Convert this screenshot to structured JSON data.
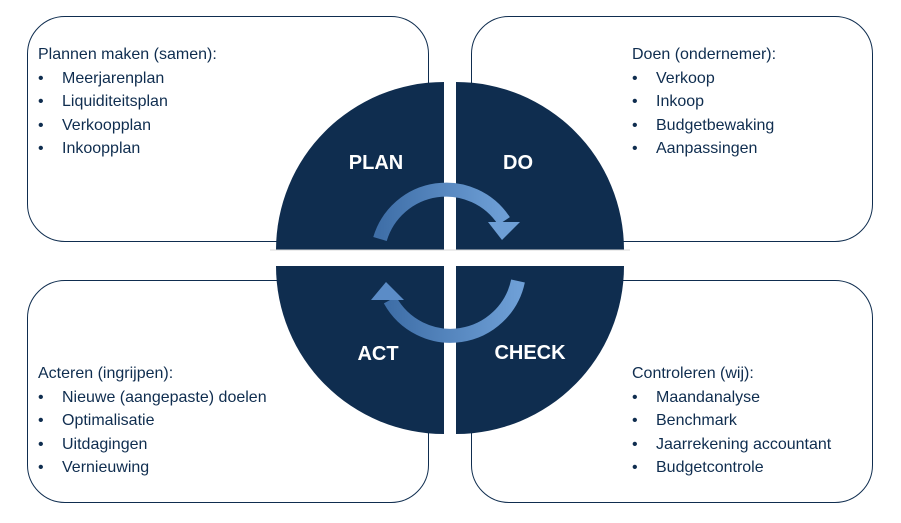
{
  "colors": {
    "navy": "#0f2d4f",
    "arrow": "#5b8cc7",
    "arrow_dark": "#3f6fa8",
    "background": "#ffffff"
  },
  "plan_box": {
    "heading": "Plannen maken (samen):",
    "items": [
      "Meerjarenplan",
      "Liquiditeitsplan",
      "Verkoopplan",
      "Inkoopplan"
    ]
  },
  "do_box": {
    "heading": "Doen (ondernemer):",
    "items": [
      "Verkoop",
      "Inkoop",
      "Budgetbewaking",
      "Aanpassingen"
    ]
  },
  "act_box": {
    "heading": "Acteren (ingrijpen):",
    "items": [
      "Nieuwe (aangepaste) doelen",
      "Optimalisatie",
      "Uitdagingen",
      "Vernieuwing"
    ]
  },
  "check_box": {
    "heading": "Controleren (wij):",
    "items": [
      "Maandanalyse",
      "Benchmark",
      "Jaarrekening accountant",
      "Budgetcontrole"
    ]
  },
  "cycle": {
    "quadrants": {
      "plan": "PLAN",
      "do": "DO",
      "check": "CHECK",
      "act": "ACT"
    },
    "arrows": [
      "cycle-arrow-top",
      "cycle-arrow-bottom"
    ]
  }
}
